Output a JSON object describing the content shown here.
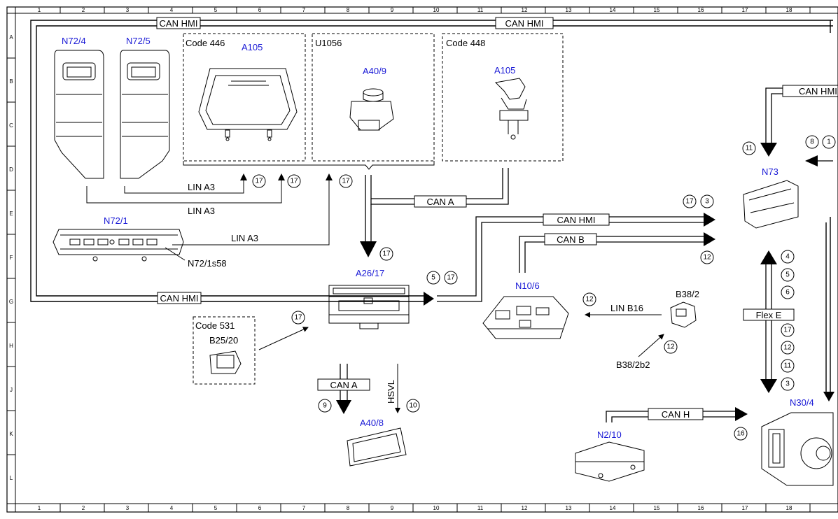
{
  "grid": {
    "columns": [
      "1",
      "2",
      "3",
      "4",
      "5",
      "6",
      "7",
      "8",
      "9",
      "10",
      "11",
      "12",
      "13",
      "14",
      "15",
      "16",
      "17",
      "18"
    ],
    "rows": [
      "A",
      "B",
      "C",
      "D",
      "E",
      "F",
      "G",
      "H",
      "J",
      "K",
      "L"
    ]
  },
  "groups": {
    "code446": "Code 446",
    "u1056": "U1056",
    "code448": "Code 448",
    "code531": "Code 531"
  },
  "components": {
    "n72_4": "N72/4",
    "n72_5": "N72/5",
    "a105_left": "A105",
    "a40_9": "A40/9",
    "a105_right": "A105",
    "n73": "N73",
    "n72_1": "N72/1",
    "n72_1s58": "N72/1s58",
    "a26_17": "A26/17",
    "n10_6": "N10/6",
    "b38_2": "B38/2",
    "b38_2b2": "B38/2b2",
    "b25_20": "B25/20",
    "a40_8": "A40/8",
    "n2_10": "N2/10",
    "n30_4": "N30/4"
  },
  "buses": {
    "can_hmi_top_left": "CAN HMI",
    "can_hmi_top_mid": "CAN HMI",
    "can_hmi_right": "CAN HMI",
    "can_hmi_mid": "CAN HMI",
    "can_hmi_low": "CAN HMI",
    "can_a_top": "CAN A",
    "can_b": "CAN B",
    "can_a_bottom": "CAN A",
    "hsvl": "HSVL",
    "can_h": "CAN H",
    "flex_e": "Flex E",
    "lin_a3_1": "LIN A3",
    "lin_a3_2": "LIN A3",
    "lin_a3_3": "LIN A3",
    "lin_b16": "LIN B16"
  },
  "markers": {
    "m17a": "17",
    "m17b": "17",
    "m17c": "17",
    "m17d": "17",
    "m3a": "3",
    "m12a": "12",
    "m17e": "17",
    "m5a": "5",
    "m17f": "17",
    "m12b": "12",
    "m12c": "12",
    "m17g": "17",
    "m11a": "11",
    "m8a": "8",
    "m1a": "1",
    "m4a": "4",
    "m5b": "5",
    "m6a": "6",
    "m17h": "17",
    "m12d": "12",
    "m11b": "11",
    "m3b": "3",
    "m9a": "9",
    "m10a": "10",
    "m16a": "16"
  }
}
